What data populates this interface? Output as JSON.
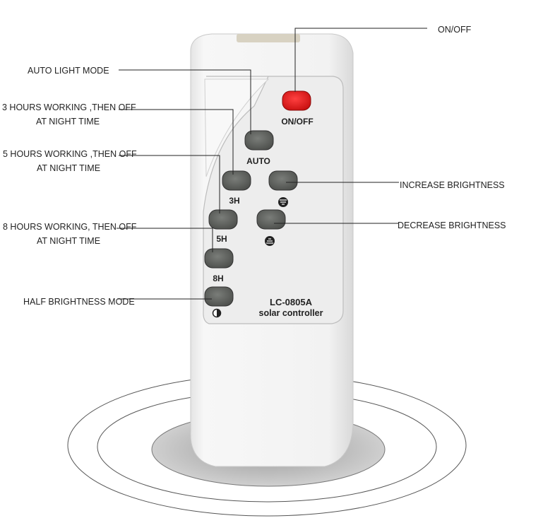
{
  "remote": {
    "model": "LC-0805A",
    "subtitle": "solar controller",
    "buttons": {
      "onoff": "ON/OFF",
      "auto": "AUTO",
      "h3": "3H",
      "h5": "5H",
      "h8": "8H"
    },
    "colors": {
      "body": "#f3f3f3",
      "panel": "#ececec",
      "button": "#5f625f",
      "power": "#e51919"
    }
  },
  "callouts": {
    "onoff": "ON/OFF",
    "auto": "AUTO LIGHT MODE",
    "h3_line1": "3 HOURS WORKING ,THEN OFF",
    "h3_line2": "AT NIGHT TIME",
    "h5_line1": "5 HOURS WORKING ,THEN OFF",
    "h5_line2": "AT NIGHT TIME",
    "h8_line1": "8 HOURS WORKING, THEN OFF",
    "h8_line2": "AT NIGHT TIME",
    "half": "HALF BRIGHTNESS MODE",
    "increase": "INCREASE BRIGHTNESS",
    "decrease": "DECREASE BRIGHTNESS"
  },
  "icons": [
    "brightness-up-icon",
    "brightness-down-icon",
    "half-brightness-icon"
  ]
}
